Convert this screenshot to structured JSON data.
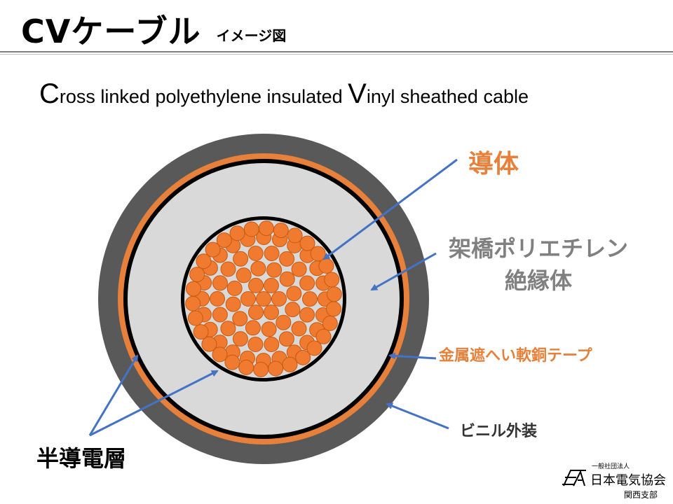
{
  "title": {
    "main": "CVケーブル",
    "sub": "イメージ図"
  },
  "subtitle": {
    "c_cap": "C",
    "c_rest": "ross linked polyethylene insulated ",
    "v_cap": "V",
    "v_rest": "inyl sheathed cable"
  },
  "labels": {
    "conductor": "導体",
    "insulation_line1": "架橋ポリエチレン",
    "insulation_line2": "絶縁体",
    "shield": "金属遮へい軟銅テープ",
    "sheath": "ビニル外装",
    "semiconductive": "半導電層"
  },
  "logo": {
    "small": "一般社団法人",
    "name": "日本電気協会",
    "branch": "関西支部"
  },
  "colors": {
    "sheath": "#595959",
    "copper": "#e6803a",
    "insulation": "#d9d9d9",
    "semicon": "#000000",
    "strand_fill": "#ef7a30",
    "strand_stroke": "#c75a10",
    "arrow": "#4472c4",
    "conductor_label": "#e6803a",
    "insulation_label": "#808080"
  }
}
